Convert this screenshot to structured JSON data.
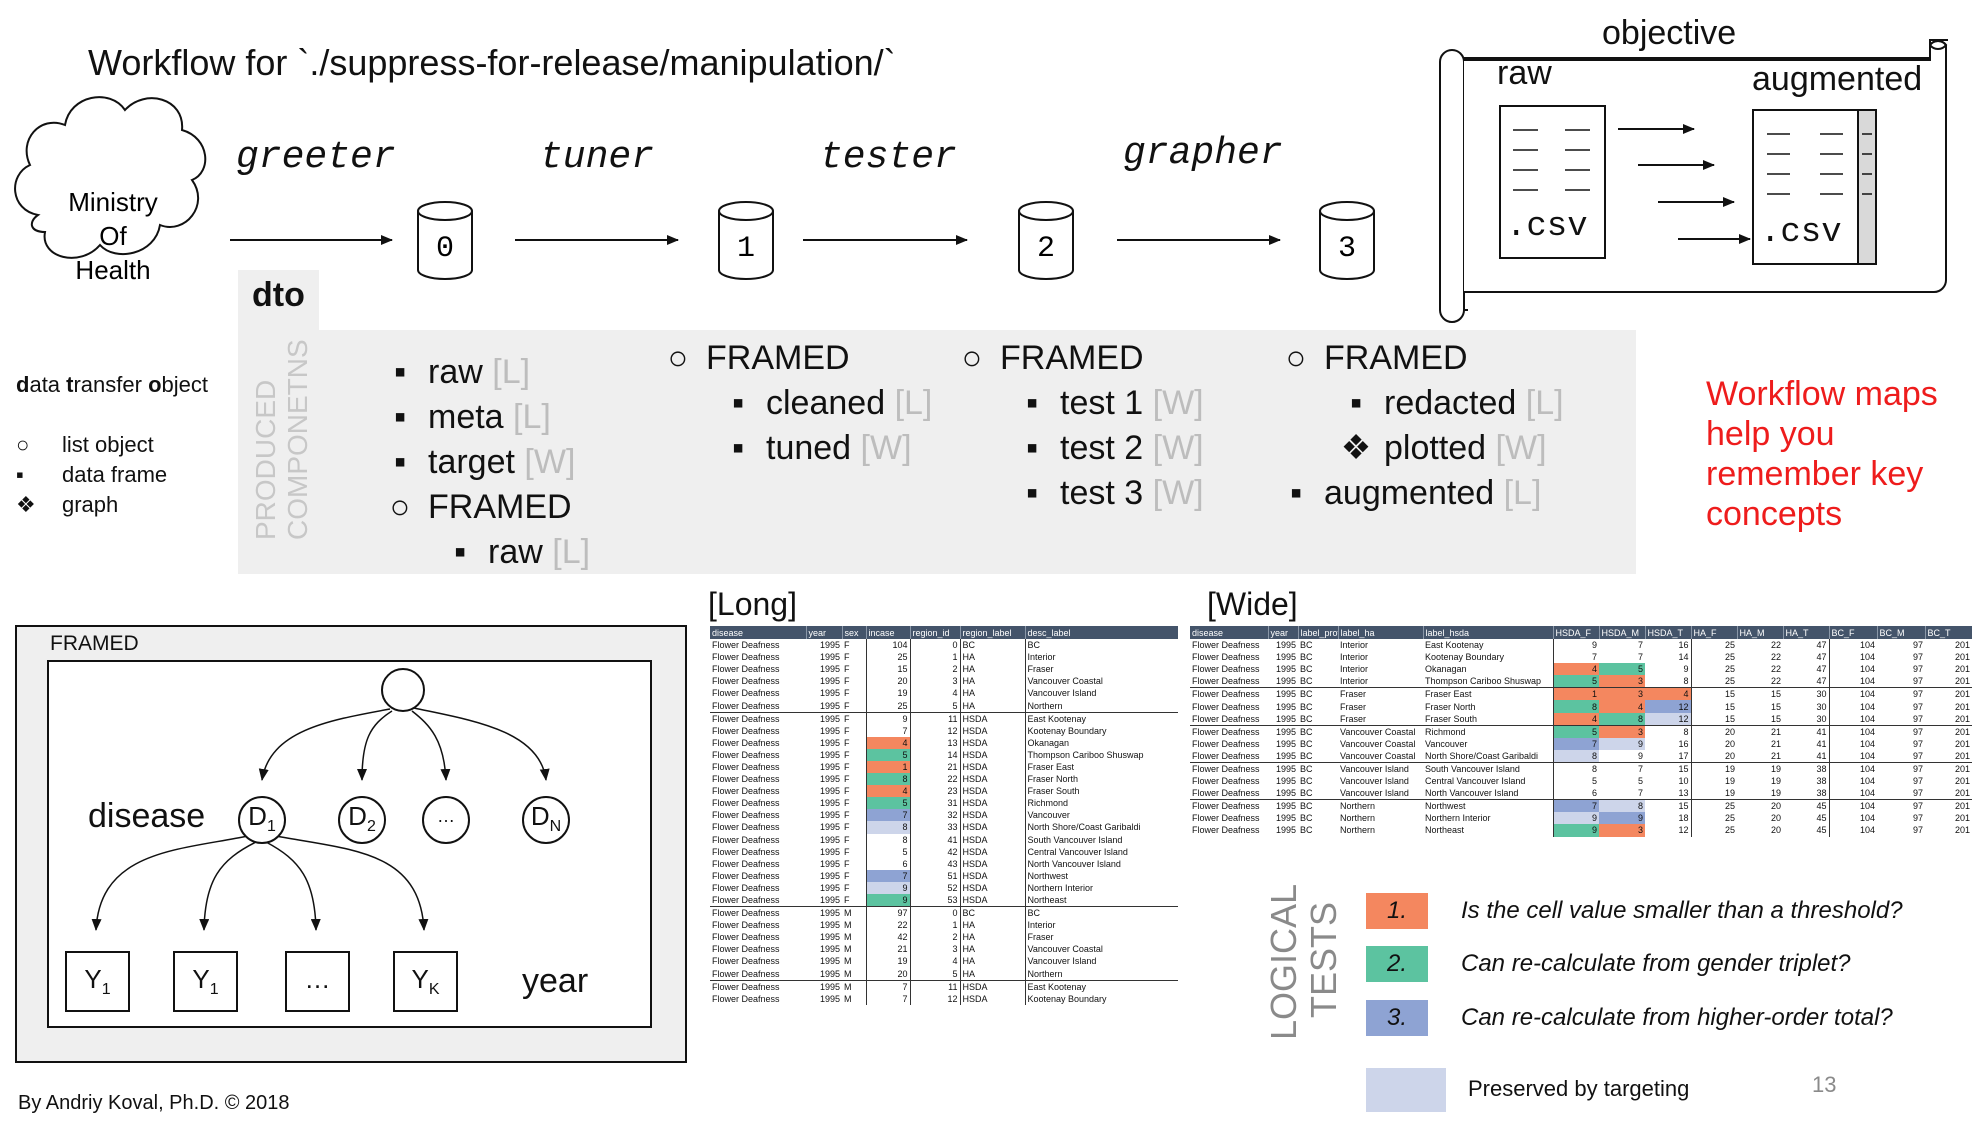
{
  "title": "Workflow for `./suppress-for-release/manipulation/`",
  "source_cloud": [
    "Ministry",
    "Of",
    "Health"
  ],
  "stages": [
    "greeter",
    "tuner",
    "tester",
    "grapher"
  ],
  "datasets": [
    "0",
    "1",
    "2",
    "3"
  ],
  "objective": {
    "title": "objective",
    "raw_label": "raw",
    "augmented_label": "augmented",
    "raw_file": ".csv",
    "augmented_file": ".csv"
  },
  "dto": {
    "tab": "dto",
    "side_label_1": "PRODUCED",
    "side_label_2": "COMPONETNS",
    "col0": [
      {
        "sym": "▪",
        "name": "raw",
        "tag": "[L]"
      },
      {
        "sym": "▪",
        "name": "meta",
        "tag": "[L]"
      },
      {
        "sym": "▪",
        "name": "target",
        "tag": "[W]"
      },
      {
        "sym": "○",
        "name": "FRAMED",
        "tag": ""
      },
      {
        "sym": "▪",
        "name": "raw",
        "tag": "[L]"
      }
    ],
    "col1": [
      {
        "sym": "○",
        "name": "FRAMED",
        "tag": ""
      },
      {
        "sym": "▪",
        "name": "cleaned",
        "tag": "[L]"
      },
      {
        "sym": "▪",
        "name": "tuned",
        "tag": "[W]"
      }
    ],
    "col2": [
      {
        "sym": "○",
        "name": "FRAMED",
        "tag": ""
      },
      {
        "sym": "▪",
        "name": "test 1",
        "tag": "[W]"
      },
      {
        "sym": "▪",
        "name": "test 2",
        "tag": "[W]"
      },
      {
        "sym": "▪",
        "name": "test 3",
        "tag": "[W]"
      }
    ],
    "col3": [
      {
        "sym": "○",
        "name": "FRAMED",
        "tag": ""
      },
      {
        "sym": "▪",
        "name": "redacted",
        "tag": "[L]"
      },
      {
        "sym": "❖",
        "name": "plotted",
        "tag": "[W]"
      },
      {
        "sym": "▪",
        "name": "augmented",
        "tag": "[L]"
      }
    ]
  },
  "legend": {
    "dto_def_parts": [
      "d",
      "ata ",
      "t",
      "ransfer ",
      "o",
      "bject"
    ],
    "items": [
      {
        "sym": "○",
        "label": "list object"
      },
      {
        "sym": "▪",
        "label": "data frame"
      },
      {
        "sym": "❖",
        "label": "graph"
      }
    ]
  },
  "note": [
    "Workflow maps",
    "help you",
    "remember key",
    "concepts"
  ],
  "framed_box": {
    "label": "FRAMED",
    "level1": "disease",
    "level2": "year",
    "d_nodes": [
      {
        "main": "D",
        "sub": "1"
      },
      {
        "main": "D",
        "sub": "2"
      },
      {
        "main": "…",
        "sub": ""
      },
      {
        "main": "D",
        "sub": "N"
      }
    ],
    "y_nodes": [
      {
        "main": "Y",
        "sub": "1"
      },
      {
        "main": "Y",
        "sub": "1"
      },
      {
        "main": "…",
        "sub": ""
      },
      {
        "main": "Y",
        "sub": "K"
      }
    ]
  },
  "long_table": {
    "label": "[Long]",
    "headers": [
      "disease",
      "year",
      "sex",
      "incase",
      "region_id",
      "region_label",
      "desc_label"
    ],
    "rows": [
      [
        "Flower Deafness",
        "1995",
        "F",
        "104",
        "0",
        "BC",
        "BC",
        ""
      ],
      [
        "Flower Deafness",
        "1995",
        "F",
        "25",
        "1",
        "HA",
        "Interior",
        ""
      ],
      [
        "Flower Deafness",
        "1995",
        "F",
        "15",
        "2",
        "HA",
        "Fraser",
        ""
      ],
      [
        "Flower Deafness",
        "1995",
        "F",
        "20",
        "3",
        "HA",
        "Vancouver Coastal",
        ""
      ],
      [
        "Flower Deafness",
        "1995",
        "F",
        "19",
        "4",
        "HA",
        "Vancouver Island",
        ""
      ],
      [
        "Flower Deafness",
        "1995",
        "F",
        "25",
        "5",
        "HA",
        "Northern",
        ""
      ],
      [
        "Flower Deafness",
        "1995",
        "F",
        "9",
        "11",
        "HSDA",
        "East Kootenay",
        ""
      ],
      [
        "Flower Deafness",
        "1995",
        "F",
        "7",
        "12",
        "HSDA",
        "Kootenay Boundary",
        ""
      ],
      [
        "Flower Deafness",
        "1995",
        "F",
        "4",
        "13",
        "HSDA",
        "Okanagan",
        "c1"
      ],
      [
        "Flower Deafness",
        "1995",
        "F",
        "5",
        "14",
        "HSDA",
        "Thompson Cariboo Shuswap",
        "c2"
      ],
      [
        "Flower Deafness",
        "1995",
        "F",
        "1",
        "21",
        "HSDA",
        "Fraser East",
        "c1"
      ],
      [
        "Flower Deafness",
        "1995",
        "F",
        "8",
        "22",
        "HSDA",
        "Fraser North",
        "c2"
      ],
      [
        "Flower Deafness",
        "1995",
        "F",
        "4",
        "23",
        "HSDA",
        "Fraser South",
        "c1"
      ],
      [
        "Flower Deafness",
        "1995",
        "F",
        "5",
        "31",
        "HSDA",
        "Richmond",
        "c2"
      ],
      [
        "Flower Deafness",
        "1995",
        "F",
        "7",
        "32",
        "HSDA",
        "Vancouver",
        "c3"
      ],
      [
        "Flower Deafness",
        "1995",
        "F",
        "8",
        "33",
        "HSDA",
        "North Shore/Coast Garibaldi",
        "c4"
      ],
      [
        "Flower Deafness",
        "1995",
        "F",
        "8",
        "41",
        "HSDA",
        "South Vancouver Island",
        ""
      ],
      [
        "Flower Deafness",
        "1995",
        "F",
        "5",
        "42",
        "HSDA",
        "Central Vancouver Island",
        ""
      ],
      [
        "Flower Deafness",
        "1995",
        "F",
        "6",
        "43",
        "HSDA",
        "North Vancouver Island",
        ""
      ],
      [
        "Flower Deafness",
        "1995",
        "F",
        "7",
        "51",
        "HSDA",
        "Northwest",
        "c3"
      ],
      [
        "Flower Deafness",
        "1995",
        "F",
        "9",
        "52",
        "HSDA",
        "Northern Interior",
        "c4"
      ],
      [
        "Flower Deafness",
        "1995",
        "F",
        "9",
        "53",
        "HSDA",
        "Northeast",
        "c2"
      ],
      [
        "Flower Deafness",
        "1995",
        "M",
        "97",
        "0",
        "BC",
        "BC",
        ""
      ],
      [
        "Flower Deafness",
        "1995",
        "M",
        "22",
        "1",
        "HA",
        "Interior",
        ""
      ],
      [
        "Flower Deafness",
        "1995",
        "M",
        "42",
        "2",
        "HA",
        "Fraser",
        ""
      ],
      [
        "Flower Deafness",
        "1995",
        "M",
        "21",
        "3",
        "HA",
        "Vancouver Coastal",
        ""
      ],
      [
        "Flower Deafness",
        "1995",
        "M",
        "19",
        "4",
        "HA",
        "Vancouver Island",
        ""
      ],
      [
        "Flower Deafness",
        "1995",
        "M",
        "20",
        "5",
        "HA",
        "Northern",
        ""
      ],
      [
        "Flower Deafness",
        "1995",
        "M",
        "7",
        "11",
        "HSDA",
        "East Kootenay",
        ""
      ],
      [
        "Flower Deafness",
        "1995",
        "M",
        "7",
        "12",
        "HSDA",
        "Kootenay Boundary",
        ""
      ]
    ]
  },
  "wide_table": {
    "label": "[Wide]",
    "headers": [
      "disease",
      "year",
      "label_prov",
      "label_ha",
      "label_hsda",
      "HSDA_F",
      "HSDA_M",
      "HSDA_T",
      "HA_F",
      "HA_M",
      "HA_T",
      "BC_F",
      "BC_M",
      "BC_T"
    ],
    "rows": [
      [
        "Flower Deafness",
        "1995",
        "BC",
        "Interior",
        "East Kootenay",
        "9",
        "7",
        "16",
        "25",
        "22",
        "47",
        "104",
        "97",
        "201",
        "",
        "",
        ""
      ],
      [
        "Flower Deafness",
        "1995",
        "BC",
        "Interior",
        "Kootenay Boundary",
        "7",
        "7",
        "14",
        "25",
        "22",
        "47",
        "104",
        "97",
        "201",
        "",
        "",
        ""
      ],
      [
        "Flower Deafness",
        "1995",
        "BC",
        "Interior",
        "Okanagan",
        "4",
        "5",
        "9",
        "25",
        "22",
        "47",
        "104",
        "97",
        "201",
        "c1",
        "c2",
        ""
      ],
      [
        "Flower Deafness",
        "1995",
        "BC",
        "Interior",
        "Thompson Cariboo Shuswap",
        "5",
        "3",
        "8",
        "25",
        "22",
        "47",
        "104",
        "97",
        "201",
        "c2",
        "c1",
        ""
      ],
      [
        "Flower Deafness",
        "1995",
        "BC",
        "Fraser",
        "Fraser East",
        "1",
        "3",
        "4",
        "15",
        "15",
        "30",
        "104",
        "97",
        "201",
        "c1",
        "c1",
        "c1"
      ],
      [
        "Flower Deafness",
        "1995",
        "BC",
        "Fraser",
        "Fraser North",
        "8",
        "4",
        "12",
        "15",
        "15",
        "30",
        "104",
        "97",
        "201",
        "c2",
        "c1",
        "c3"
      ],
      [
        "Flower Deafness",
        "1995",
        "BC",
        "Fraser",
        "Fraser South",
        "4",
        "8",
        "12",
        "15",
        "15",
        "30",
        "104",
        "97",
        "201",
        "c1",
        "c2",
        "c4"
      ],
      [
        "Flower Deafness",
        "1995",
        "BC",
        "Vancouver Coastal",
        "Richmond",
        "5",
        "3",
        "8",
        "20",
        "21",
        "41",
        "104",
        "97",
        "201",
        "c2",
        "c1",
        ""
      ],
      [
        "Flower Deafness",
        "1995",
        "BC",
        "Vancouver Coastal",
        "Vancouver",
        "7",
        "9",
        "16",
        "20",
        "21",
        "41",
        "104",
        "97",
        "201",
        "c3",
        "c4",
        ""
      ],
      [
        "Flower Deafness",
        "1995",
        "BC",
        "Vancouver Coastal",
        "North Shore/Coast Garibaldi",
        "8",
        "9",
        "17",
        "20",
        "21",
        "41",
        "104",
        "97",
        "201",
        "c4",
        "",
        ""
      ],
      [
        "Flower Deafness",
        "1995",
        "BC",
        "Vancouver Island",
        "South Vancouver Island",
        "8",
        "7",
        "15",
        "19",
        "19",
        "38",
        "104",
        "97",
        "201",
        "",
        "",
        ""
      ],
      [
        "Flower Deafness",
        "1995",
        "BC",
        "Vancouver Island",
        "Central Vancouver Island",
        "5",
        "5",
        "10",
        "19",
        "19",
        "38",
        "104",
        "97",
        "201",
        "",
        "",
        ""
      ],
      [
        "Flower Deafness",
        "1995",
        "BC",
        "Vancouver Island",
        "North Vancouver Island",
        "6",
        "7",
        "13",
        "19",
        "19",
        "38",
        "104",
        "97",
        "201",
        "",
        "",
        ""
      ],
      [
        "Flower Deafness",
        "1995",
        "BC",
        "Northern",
        "Northwest",
        "7",
        "8",
        "15",
        "25",
        "20",
        "45",
        "104",
        "97",
        "201",
        "c3",
        "c4",
        ""
      ],
      [
        "Flower Deafness",
        "1995",
        "BC",
        "Northern",
        "Northern Interior",
        "9",
        "9",
        "18",
        "25",
        "20",
        "45",
        "104",
        "97",
        "201",
        "c4",
        "c3",
        ""
      ],
      [
        "Flower Deafness",
        "1995",
        "BC",
        "Northern",
        "Northeast",
        "9",
        "3",
        "12",
        "25",
        "20",
        "45",
        "104",
        "97",
        "201",
        "c2",
        "c1",
        ""
      ]
    ]
  },
  "logical_tests": {
    "side_label_1": "LOGICAL",
    "side_label_2": "TESTS",
    "items": [
      {
        "num": "1.",
        "text": "Is the cell value smaller than a threshold?",
        "color": "#f4875f"
      },
      {
        "num": "2.",
        "text": "Can re-calculate from gender triplet?",
        "color": "#5cc3a0"
      },
      {
        "num": "3.",
        "text": "Can re-calculate from higher-order total?",
        "color": "#8ea3d3"
      }
    ],
    "preserved": {
      "text": "Preserved by targeting",
      "color": "#cdd5ea"
    }
  },
  "footer": {
    "credit": "By Andriy Koval, Ph.D. © 2018",
    "page_number": "13"
  }
}
